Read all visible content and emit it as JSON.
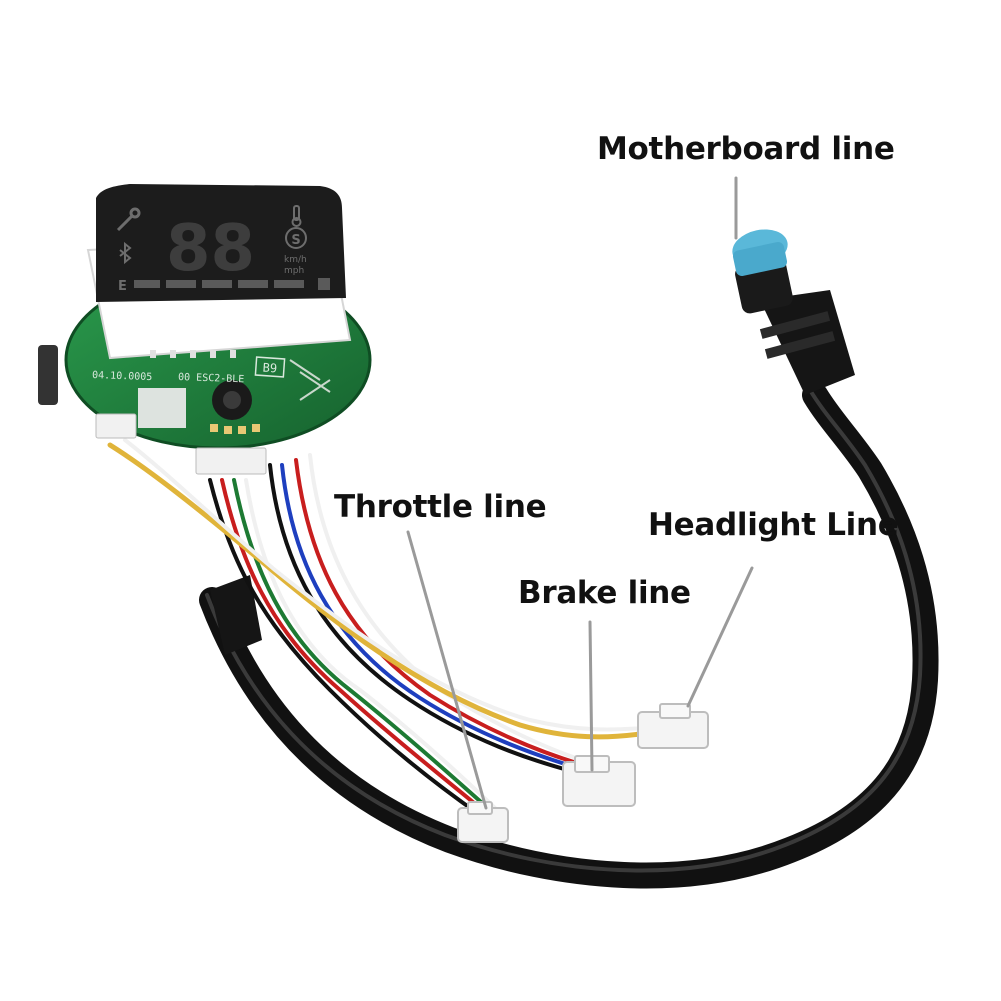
{
  "labels": {
    "motherboard": "Motherboard line",
    "throttle": "Throttle line",
    "headlight": "Headlight Line",
    "brake": "Brake line"
  },
  "display": {
    "digits": "88",
    "unit_kmh": "km/h",
    "unit_mph": "mph",
    "mode_letter": "S",
    "segment_letter": "E"
  },
  "pcb": {
    "silkscreen_code": "04.10.0005",
    "silkscreen_model": "00 ESC2-BLE",
    "board_tag": "B9"
  },
  "colors": {
    "pcb": "#1f7d3d",
    "cable_sheath": "#141414",
    "connector_blue": "#5ab8d9",
    "wire_red": "#c81e1e",
    "wire_blue": "#1e3fbf",
    "wire_green": "#1d7a33",
    "wire_yellow": "#e0b43a",
    "wire_white": "#f0f0f0",
    "leader_line": "#9a9a9a"
  },
  "icons": [
    "wrench-icon",
    "bluetooth-icon",
    "thermometer-icon",
    "battery-icon"
  ]
}
